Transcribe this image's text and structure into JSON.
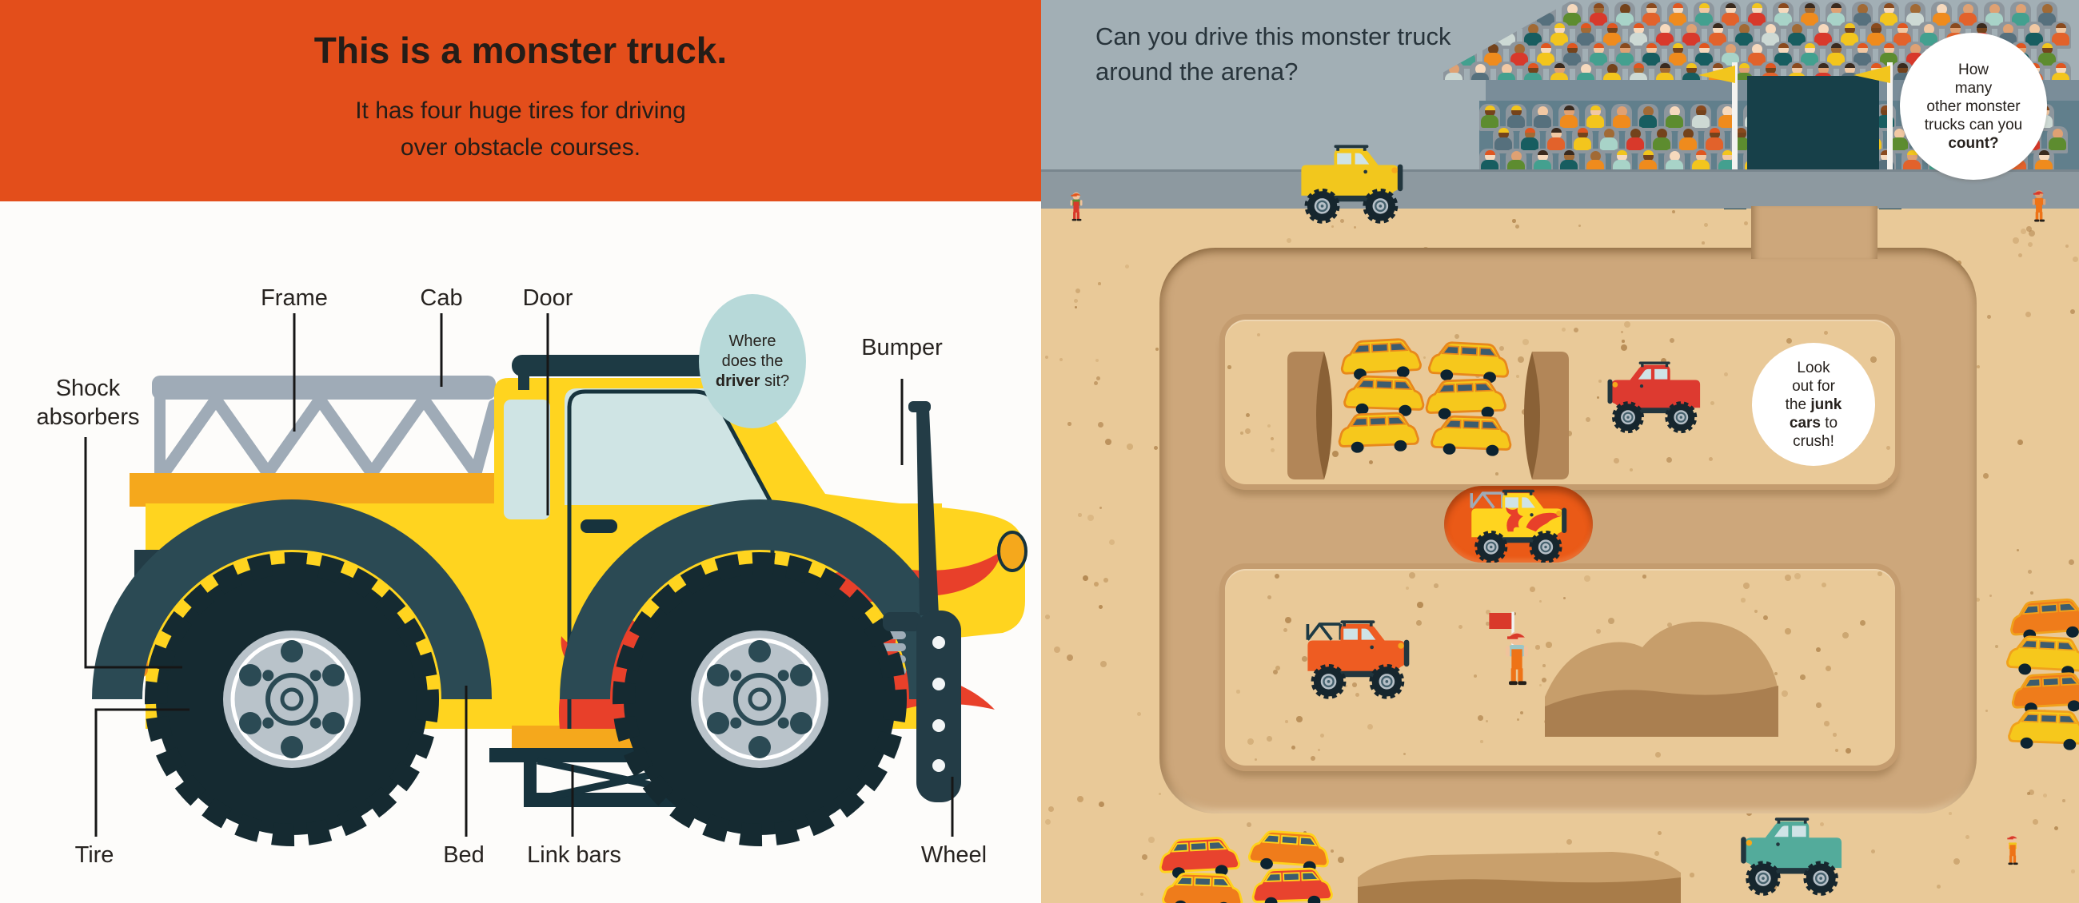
{
  "palette": {
    "header_orange": "#e34e1b",
    "left_page_bg": "#fdfcfa",
    "bubble_blue": "#b7d9d9",
    "sky_gray": "#a2afb5",
    "road_gray": "#8d99a0",
    "sand": "#e9c998",
    "sand_dot": "#a87a42",
    "sand_dot2": "#c49a62",
    "groove_tan": "#cda77b",
    "island_ridge": "#c49c6f",
    "tunnel_teal": "#174049",
    "seat_gray": "#8d969d",
    "capsule_orange": "#ea5a17",
    "flag_yellow": "#f2c51d",
    "truck_yellow": "#ffd41f",
    "flame_red": "#e8402a",
    "fender_teal": "#2b4a54",
    "tire_dark": "#152a31",
    "frame_gray": "#9fabb7",
    "window_blue": "#cfe4e4"
  },
  "header": {
    "title": "This is a monster truck.",
    "subtitle_line1": "It has four huge tires for driving",
    "subtitle_line2": "over obstacle courses."
  },
  "diagram": {
    "labels": {
      "frame": "Frame",
      "cab": "Cab",
      "door": "Door",
      "shock_line1": "Shock",
      "shock_line2": "absorbers",
      "bumper": "Bumper",
      "tire": "Tire",
      "bed": "Bed",
      "link_bars": "Link bars",
      "wheel": "Wheel"
    },
    "where_bubble": {
      "line1": "Where",
      "line2": "does the",
      "line3_bold": "driver",
      "line3_rest": " sit?"
    }
  },
  "arena": {
    "question_line1": "Can you drive this monster truck",
    "question_line2": "around the arena?",
    "count_bubble": {
      "line1": "How",
      "line2": "many",
      "line3": "other monster",
      "line4": "trucks can you",
      "line5_bold": "count?"
    },
    "crush_bubble": {
      "line1": "Look",
      "line2": "out for",
      "line3_pre": "the ",
      "line3_bold": "junk",
      "line4_bold": "cars",
      "line4_rest": " to",
      "line5": "crush!"
    }
  },
  "scene": {
    "crowd": {
      "palette": [
        "#e2622b",
        "#d8392b",
        "#f3c51d",
        "#43a08f",
        "#175d60",
        "#5d8c2f",
        "#a8d3c8",
        "#ef8b1d",
        "#cdd9d4",
        "#56707d"
      ],
      "skins": [
        "#f1c8a3",
        "#dfa173",
        "#a16a35",
        "#74431c",
        "#f6d9bd"
      ],
      "hairs": [
        "#e0561f",
        "#3a2a1e",
        "#f2c51d",
        "#8a4a1e"
      ]
    },
    "vehicles": [
      {
        "name": "yellow-monster-truck",
        "color": "#f2c71d"
      },
      {
        "name": "player-monster-truck",
        "color": "#ffd41f",
        "accent": "#e8402a"
      },
      {
        "name": "red-monster-truck",
        "color": "#dd3a30"
      },
      {
        "name": "orange-monster-truck",
        "color": "#ee5c22"
      },
      {
        "name": "teal-monster-truck",
        "color": "#53ab9b"
      }
    ],
    "junk_cars": {
      "island_yellow_stack_count": 6,
      "bottom_left_stack_count": 4,
      "right_edge_stack_count": 4,
      "yellow_body": "#f6c81c",
      "red_body": "#e8432e",
      "orange_body": "#ef7c1b",
      "window": "#3d5c6e"
    }
  }
}
